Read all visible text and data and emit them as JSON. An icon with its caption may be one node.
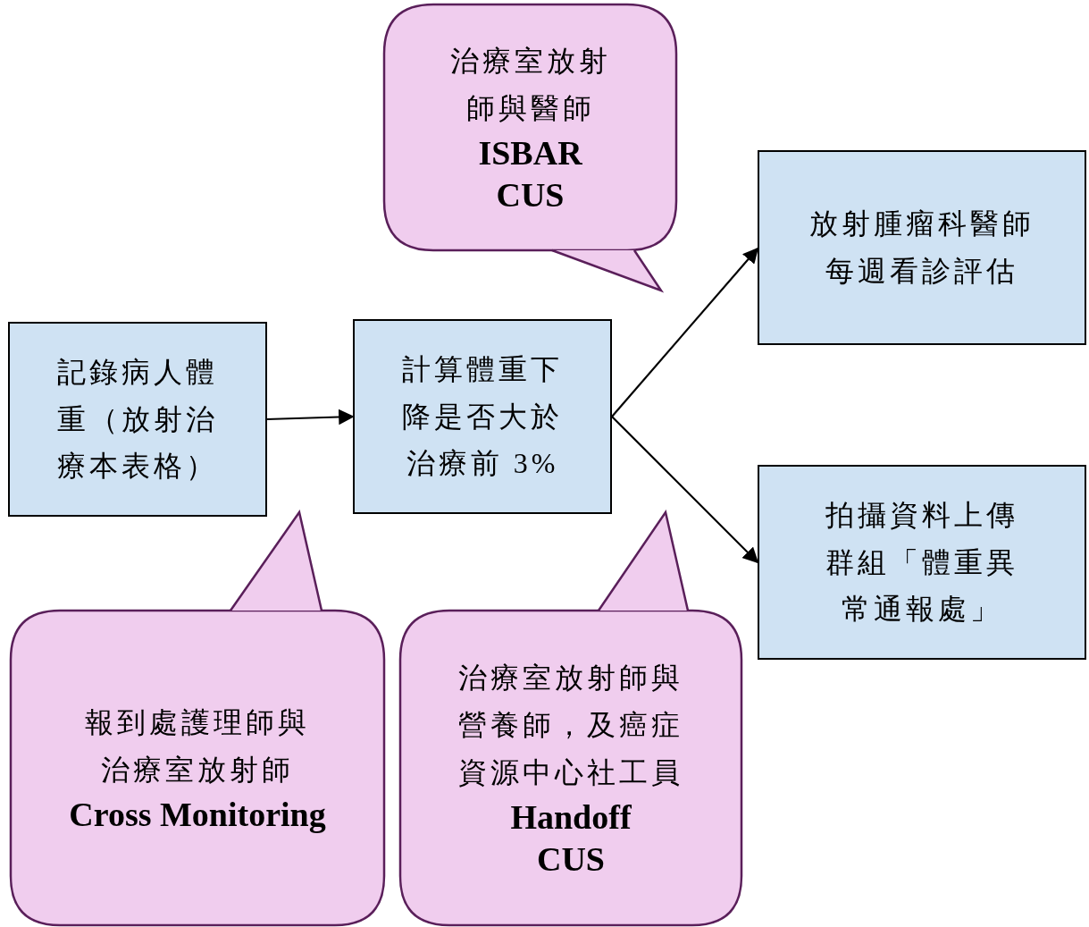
{
  "diagram": {
    "nodes": [
      {
        "text": [
          "治療室放射師與醫師",
          "ISBAR CUS"
        ]
      },
      {
        "text": [
          "記錄病人體重（放射治療本表格）"
        ]
      },
      {
        "text": [
          "計算體重下降是否大於治療前 3%"
        ]
      },
      {
        "text": [
          "放射腫瘤科醫師每週看診評估"
        ]
      },
      {
        "text": [
          "拍攝資料上傳群組「體重異常通報處」"
        ]
      },
      {
        "text": [
          "報到處護理師與治療室放射師",
          "Cross Monitoring"
        ]
      },
      {
        "text": [
          "治療室放射師與營養師，及癌症資源中心社工員",
          "Handoff CUS"
        ]
      }
    ],
    "edges": [
      {
        "from": 1,
        "to": 2,
        "arrow": "to"
      },
      {
        "from": 2,
        "to": 3,
        "arrow": "to"
      },
      {
        "from": 2,
        "to": 4,
        "arrow": "to"
      }
    ]
  }
}
